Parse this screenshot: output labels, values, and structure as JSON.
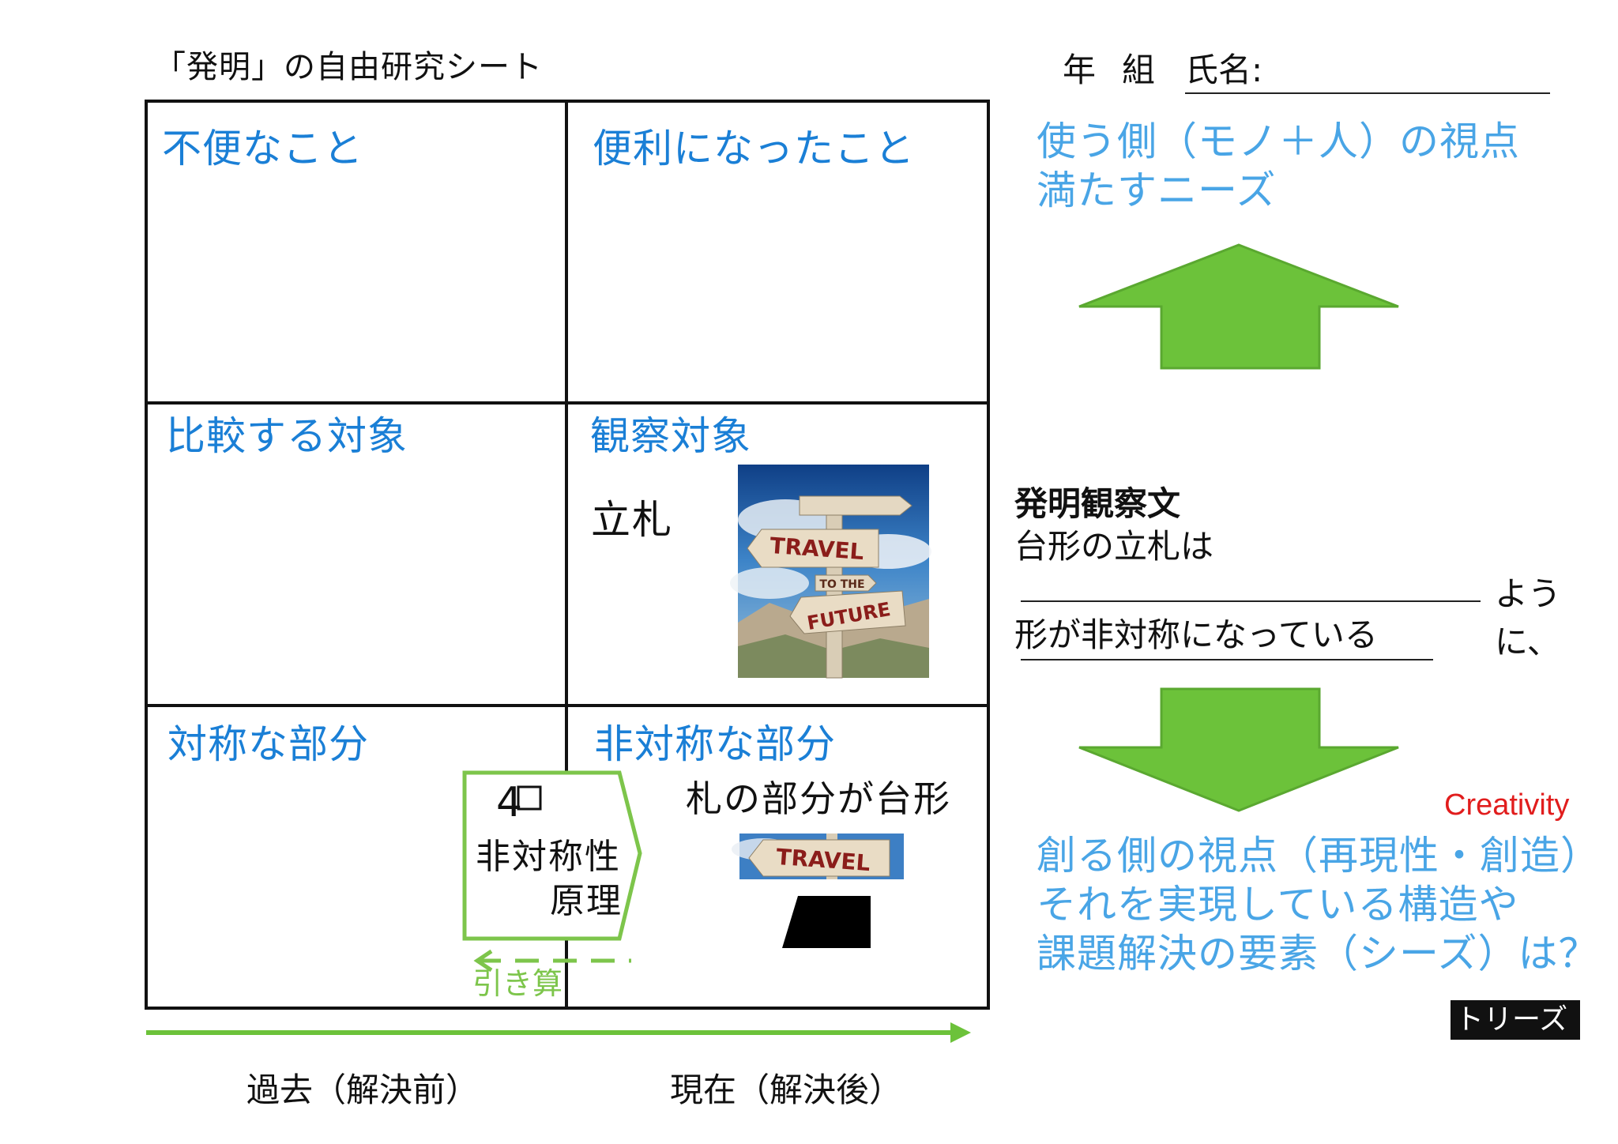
{
  "header": {
    "title": "「発明」の自由研究シート",
    "year_label": "年",
    "class_label": "組",
    "name_label": "氏名:"
  },
  "cells": {
    "inconvenient": "不便なこと",
    "convenient": "便利になったこと",
    "compare_target": "比較する対象",
    "observe_target": "観察対象",
    "symmetric_part": "対称な部分",
    "asymmetric_part": "非対称な部分"
  },
  "observe": {
    "object_name": "立札",
    "sign_words": [
      "TRAVEL",
      "TO THE",
      "FUTURE"
    ]
  },
  "asymmetric": {
    "description": "札の部分が台形",
    "sign_word": "TRAVEL"
  },
  "principle": {
    "number": "4",
    "name_line1": "非対称性",
    "name_line2": "原理",
    "subtract_label": "引き算"
  },
  "timeline": {
    "past": "過去（解決前）",
    "present": "現在（解決後）"
  },
  "right_panel": {
    "user_view_line1": "使う側（モノ＋人）の視点",
    "user_view_line2": "満たすニーズ",
    "sentence_heading": "発明観察文",
    "sentence_line1": "台形の立札は",
    "sentence_suffix": "ように、",
    "sentence_line3": "形が非対称になっている",
    "creativity": "Creativity",
    "creator_view_line1": "創る側の視点（再現性・創造）",
    "creator_view_line2": "それを実現している構造や",
    "creator_view_line3": "課題解決の要素（シーズ）は？",
    "triz_badge": "トリーズ"
  },
  "colors": {
    "blue_heading": "#1a7fd6",
    "light_blue": "#49a5e6",
    "green_arrow": "#6cc23a",
    "green_dark": "#5aa830",
    "red": "#e11d1d"
  }
}
